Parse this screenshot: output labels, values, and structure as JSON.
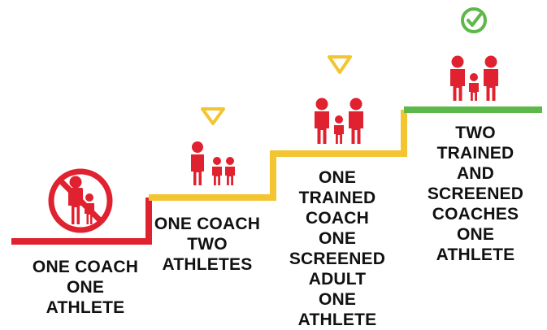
{
  "colors": {
    "red": "#e0212f",
    "yellow": "#f2c531",
    "green": "#5cb848",
    "text": "#111111"
  },
  "steps": [
    {
      "status": "prohibited",
      "status_icon": "no-entry-icon",
      "people_icon": "adult-child-icon",
      "color": "red",
      "label_lines": [
        "ONE COACH",
        "ONE",
        "ATHLETE"
      ]
    },
    {
      "status": "caution",
      "status_icon": "warning-triangle-icon",
      "people_icon": "one-adult-two-children-icon",
      "color": "yellow",
      "label_lines": [
        "ONE COACH",
        "TWO",
        "ATHLETES"
      ]
    },
    {
      "status": "caution",
      "status_icon": "warning-triangle-icon",
      "people_icon": "two-adults-one-child-icon",
      "color": "yellow",
      "label_lines": [
        "ONE",
        "TRAINED",
        "COACH",
        "ONE",
        "SCREENED",
        "ADULT",
        "ONE",
        "ATHLETE"
      ]
    },
    {
      "status": "approved",
      "status_icon": "check-circle-icon",
      "people_icon": "two-adults-one-child-icon",
      "color": "green",
      "label_lines": [
        "TWO",
        "TRAINED",
        "AND",
        "SCREENED",
        "COACHES",
        "ONE",
        "ATHLETE"
      ]
    }
  ]
}
